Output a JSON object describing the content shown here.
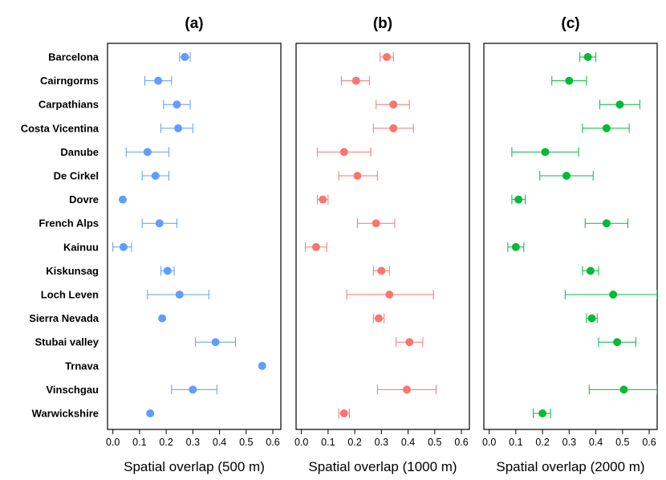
{
  "chart_data": [
    {
      "type": "scatter",
      "panel": "(a)",
      "title": "(a)",
      "xlabel": "Spatial overlap (500 m)",
      "color": "#619CFF",
      "xlim": [
        -0.02,
        0.63
      ],
      "ticks": [
        0.0,
        0.1,
        0.2,
        0.3,
        0.4,
        0.5,
        0.6
      ],
      "tick_labels": [
        "0.0",
        "0.1",
        "0.2",
        "0.3",
        "0.4",
        "0.5",
        "0.6"
      ],
      "categories": [
        "Barcelona",
        "Cairngorms",
        "Carpathians",
        "Costa Vicentina",
        "Danube",
        "De Cirkel",
        "Dovre",
        "French Alps",
        "Kainuu",
        "Kiskunsag",
        "Loch Leven",
        "Sierra Nevada",
        "Stubai valley",
        "Trnava",
        "Vinschgau",
        "Warwickshire"
      ],
      "values": [
        0.27,
        0.17,
        0.24,
        0.245,
        0.13,
        0.16,
        0.037,
        0.175,
        0.04,
        0.205,
        0.25,
        0.185,
        0.385,
        0.56,
        0.3,
        0.14
      ],
      "lower": [
        0.25,
        0.12,
        0.19,
        0.18,
        0.05,
        0.11,
        null,
        0.11,
        0.0,
        0.18,
        0.13,
        null,
        0.31,
        null,
        0.22,
        null
      ],
      "upper": [
        0.29,
        0.22,
        0.29,
        0.3,
        0.21,
        0.21,
        null,
        0.24,
        0.07,
        0.23,
        0.36,
        null,
        0.46,
        null,
        0.39,
        null
      ]
    },
    {
      "type": "scatter",
      "panel": "(b)",
      "title": "(b)",
      "xlabel": "Spatial overlap (1000 m)",
      "color": "#F8766D",
      "xlim": [
        -0.02,
        0.63
      ],
      "ticks": [
        0.0,
        0.1,
        0.2,
        0.3,
        0.4,
        0.5,
        0.6
      ],
      "tick_labels": [
        "0.0",
        "0.1",
        "0.2",
        "0.3",
        "0.4",
        "0.5",
        "0.6"
      ],
      "categories": [
        "Barcelona",
        "Cairngorms",
        "Carpathians",
        "Costa Vicentina",
        "Danube",
        "De Cirkel",
        "Dovre",
        "French Alps",
        "Kainuu",
        "Kiskunsag",
        "Loch Leven",
        "Sierra Nevada",
        "Stubai valley",
        "Trnava",
        "Vinschgau",
        "Warwickshire"
      ],
      "values": [
        0.32,
        0.205,
        0.345,
        0.345,
        0.16,
        0.21,
        0.08,
        0.28,
        0.055,
        0.3,
        0.33,
        0.29,
        0.405,
        null,
        0.395,
        0.16
      ],
      "lower": [
        0.295,
        0.15,
        0.28,
        0.27,
        0.06,
        0.14,
        0.06,
        0.21,
        0.015,
        0.27,
        0.17,
        0.27,
        0.355,
        null,
        0.285,
        0.14
      ],
      "upper": [
        0.345,
        0.255,
        0.405,
        0.42,
        0.26,
        0.285,
        0.1,
        0.35,
        0.095,
        0.33,
        0.495,
        0.31,
        0.455,
        null,
        0.505,
        0.18
      ]
    },
    {
      "type": "scatter",
      "panel": "(c)",
      "title": "(c)",
      "xlabel": "Spatial overlap (2000 m)",
      "color": "#00BA38",
      "xlim": [
        -0.02,
        0.63
      ],
      "ticks": [
        0.0,
        0.1,
        0.2,
        0.3,
        0.4,
        0.5,
        0.6
      ],
      "tick_labels": [
        "0.0",
        "0.1",
        "0.2",
        "0.3",
        "0.4",
        "0.5",
        "0.6"
      ],
      "categories": [
        "Barcelona",
        "Cairngorms",
        "Carpathians",
        "Costa Vicentina",
        "Danube",
        "De Cirkel",
        "Dovre",
        "French Alps",
        "Kainuu",
        "Kiskunsag",
        "Loch Leven",
        "Sierra Nevada",
        "Stubai valley",
        "Trnava",
        "Vinschgau",
        "Warwickshire"
      ],
      "values": [
        0.37,
        0.3,
        0.49,
        0.44,
        0.21,
        0.29,
        0.11,
        0.44,
        0.1,
        0.38,
        0.465,
        0.385,
        0.48,
        null,
        0.505,
        0.2
      ],
      "lower": [
        0.34,
        0.235,
        0.415,
        0.35,
        0.085,
        0.19,
        0.085,
        0.36,
        0.07,
        0.35,
        0.285,
        0.365,
        0.41,
        null,
        0.375,
        0.165
      ],
      "upper": [
        0.4,
        0.365,
        0.565,
        0.525,
        0.335,
        0.39,
        0.135,
        0.52,
        0.13,
        0.41,
        0.63,
        0.405,
        0.55,
        null,
        0.63,
        0.23
      ]
    }
  ]
}
